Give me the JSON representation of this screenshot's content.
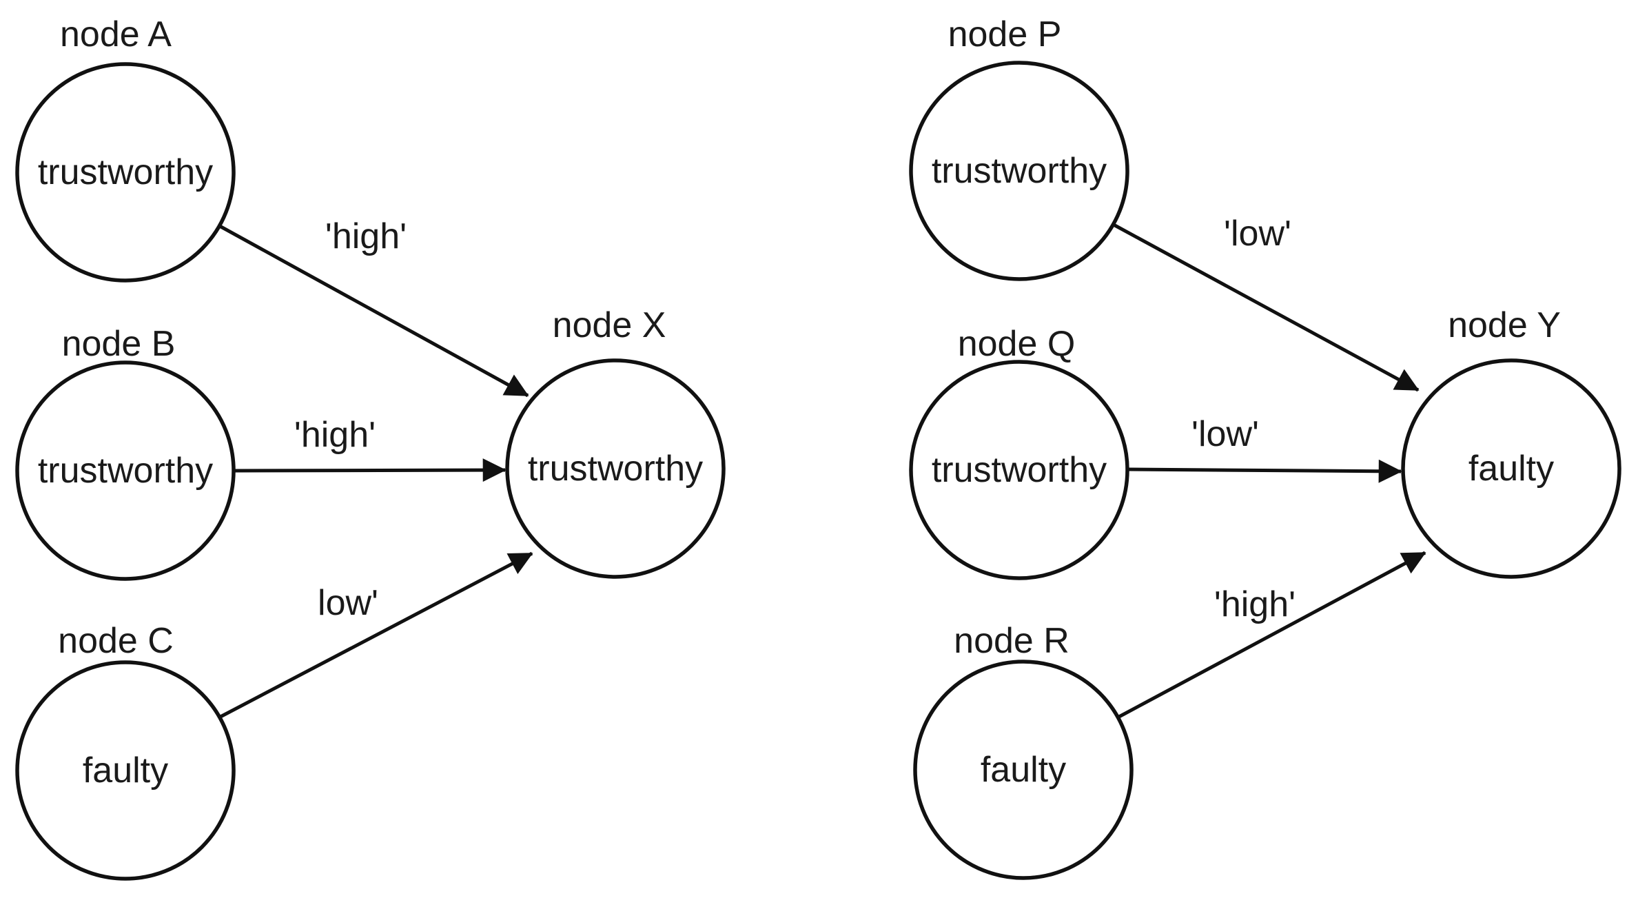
{
  "colors": {
    "ink": "#111111",
    "background": "#ffffff"
  },
  "diagrams": [
    {
      "name": "left-graph",
      "nodes": [
        {
          "id": "A",
          "title": "node A",
          "state": "trustworthy"
        },
        {
          "id": "B",
          "title": "node B",
          "state": "trustworthy"
        },
        {
          "id": "C",
          "title": "node C",
          "state": "faulty"
        },
        {
          "id": "X",
          "title": "node X",
          "state": "trustworthy"
        }
      ],
      "edges": [
        {
          "from": "A",
          "to": "X",
          "label": "'high'"
        },
        {
          "from": "B",
          "to": "X",
          "label": "'high'"
        },
        {
          "from": "C",
          "to": "X",
          "label": "low'"
        }
      ]
    },
    {
      "name": "right-graph",
      "nodes": [
        {
          "id": "P",
          "title": "node P",
          "state": "trustworthy"
        },
        {
          "id": "Q",
          "title": "node Q",
          "state": "trustworthy"
        },
        {
          "id": "R",
          "title": "node R",
          "state": "faulty"
        },
        {
          "id": "Y",
          "title": "node Y",
          "state": "faulty"
        }
      ],
      "edges": [
        {
          "from": "P",
          "to": "Y",
          "label": "'low'"
        },
        {
          "from": "Q",
          "to": "Y",
          "label": "'low'"
        },
        {
          "from": "R",
          "to": "Y",
          "label": "'high'"
        }
      ]
    }
  ]
}
